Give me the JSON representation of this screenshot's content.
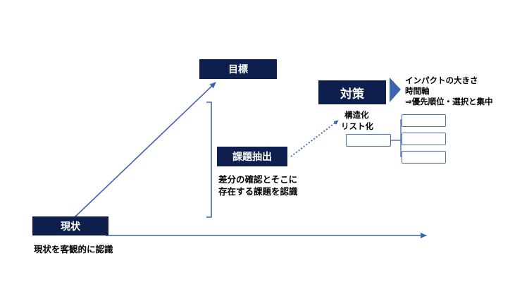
{
  "boxes": {
    "current": "現状",
    "goal": "目標",
    "issue": "課題抽出",
    "measure": "対策"
  },
  "texts": {
    "current_desc": "現状を客観的に認識",
    "issue_desc_1": "差分の確認とそこに",
    "issue_desc_2": "存在する課題を認識",
    "structure_1": "構造化",
    "structure_2": "リスト化",
    "measure_desc_1": "インパクトの大きさ",
    "measure_desc_2": "時間軸",
    "measure_desc_3": "⇒優先順位・選択と集中"
  },
  "colors": {
    "navy": "#0f1f4d",
    "line_blue": "#4a6fb5",
    "arrow_blue": "#3d64b0"
  }
}
